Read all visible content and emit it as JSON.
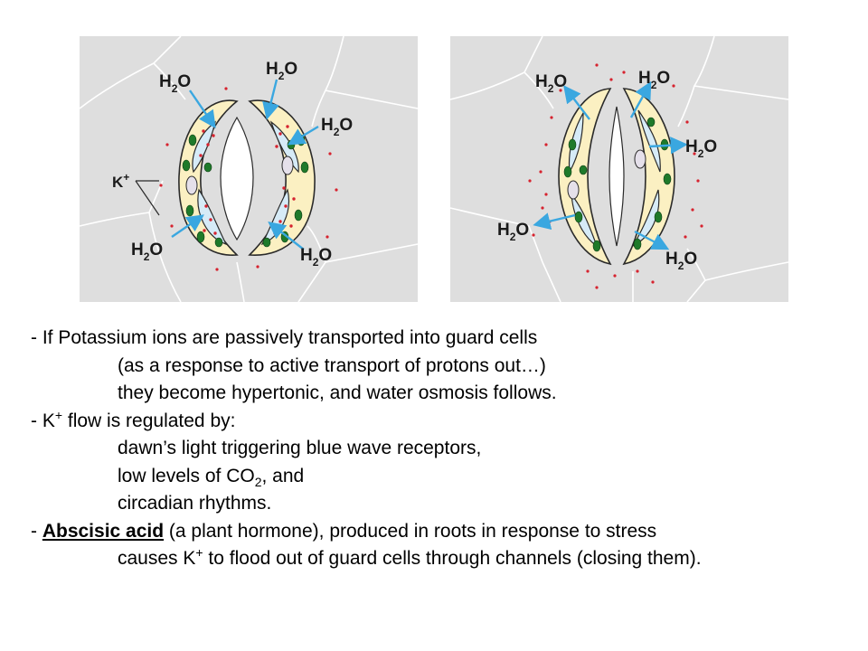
{
  "diagram_left": {
    "labels": {
      "h2o_top_left": "H",
      "h2o_top_right": "H",
      "h2o_right": "H",
      "h2o_bottom_left": "H",
      "h2o_bottom_right": "H",
      "k_ion": "K"
    }
  },
  "diagram_right": {
    "labels": {
      "h2o_top_left": "H",
      "h2o_top_right": "H",
      "h2o_right": "H",
      "h2o_bottom_left": "H",
      "h2o_bottom_right": "H"
    }
  },
  "formula": {
    "water_sub": "2",
    "water_o": "O",
    "k_sup": "+"
  },
  "text": {
    "l1": "- If Potassium ions are passively transported into guard cells",
    "l2": "(as a response to active transport of protons out…)",
    "l3": "they become hypertonic, and water osmosis follows.",
    "l4_a": "- K",
    "l4_sup": "+",
    "l4_b": " flow is regulated by:",
    "l5": "dawn’s light triggering blue wave receptors,",
    "l6_a": "low levels of CO",
    "l6_sub": "2",
    "l6_b": ", and",
    "l7": "circadian rhythms.",
    "l8_a": "- ",
    "l8_u": "Abscisic acid",
    "l8_b": " (a plant hormone), produced in roots in response to stress",
    "l9_a": "causes K",
    "l9_sup": "+",
    "l9_b": " to flood out of guard cells through channels (closing them)."
  }
}
